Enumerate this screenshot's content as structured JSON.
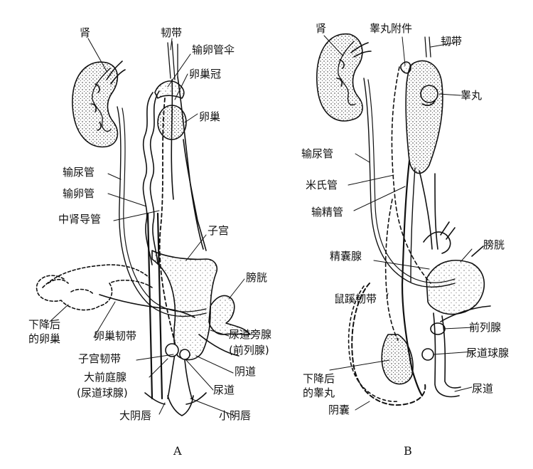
{
  "panel_a": {
    "caption": "A",
    "labels": {
      "kidney": "肾",
      "ligament": "韧带",
      "oviduct_funnel": "输卵管伞",
      "ovary_crown": "卵巢冠",
      "ovary": "卵巢",
      "ureter": "输尿管",
      "oviduct": "输卵管",
      "mesonephric_duct": "中肾导管",
      "uterus": "子宫",
      "bladder": "膀胱",
      "descended_ovary_1": "下降后",
      "descended_ovary_2": "的卵巢",
      "ovarian_ligament": "卵巢韧带",
      "paraurethral_gland_1": "尿道旁腺",
      "paraurethral_gland_2": "(前列腺)",
      "uterine_ligament": "子宫韧带",
      "vagina": "阴道",
      "vestibular_gland_1": "大前庭腺",
      "vestibular_gland_2": "(尿道球腺)",
      "urethra": "尿道",
      "labia_majora": "大阴唇",
      "labia_minora": "小阴唇"
    }
  },
  "panel_b": {
    "caption": "B",
    "labels": {
      "kidney": "肾",
      "appendix_testis": "睾丸附件",
      "ligament": "韧带",
      "testis": "睾丸",
      "ureter": "输尿管",
      "mullerian_duct": "米氏管",
      "vas_deferens": "输精管",
      "bladder": "膀胱",
      "seminal_vesicle": "精囊腺",
      "gubernaculum": "鼠蹊韧带",
      "prostate": "前列腺",
      "bulbourethral_gland": "尿道球腺",
      "descended_testis_1": "下降后",
      "descended_testis_2": "的睾丸",
      "urethra": "尿道",
      "scrotum": "阴囊"
    }
  }
}
